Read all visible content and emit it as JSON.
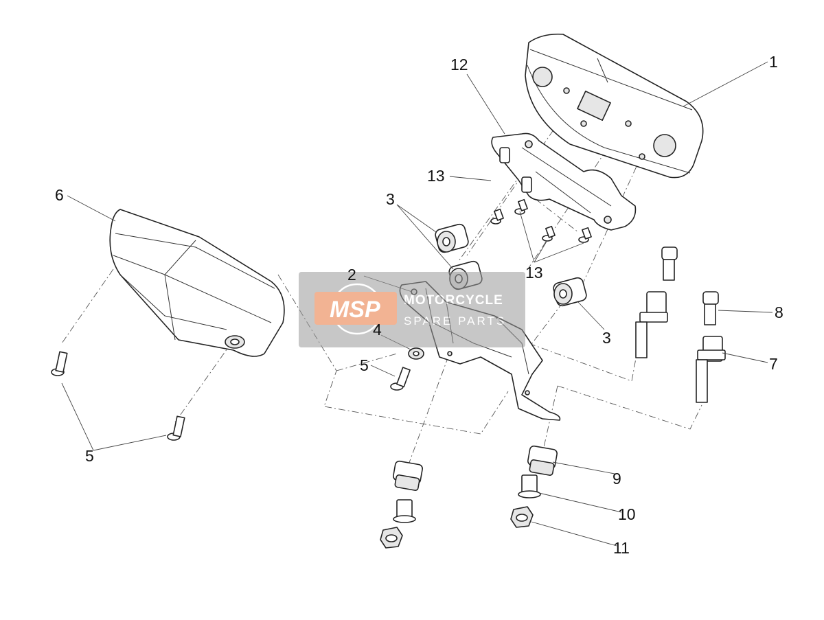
{
  "callouts": [
    {
      "id": "1",
      "label": "1"
    },
    {
      "id": "2",
      "label": "2"
    },
    {
      "id": "3a",
      "label": "3"
    },
    {
      "id": "3b",
      "label": "3"
    },
    {
      "id": "4",
      "label": "4"
    },
    {
      "id": "5a",
      "label": "5"
    },
    {
      "id": "5b",
      "label": "5"
    },
    {
      "id": "6",
      "label": "6"
    },
    {
      "id": "7",
      "label": "7"
    },
    {
      "id": "8",
      "label": "8"
    },
    {
      "id": "9",
      "label": "9"
    },
    {
      "id": "10",
      "label": "10"
    },
    {
      "id": "11",
      "label": "11"
    },
    {
      "id": "12",
      "label": "12"
    },
    {
      "id": "13a",
      "label": "13"
    },
    {
      "id": "13b",
      "label": "13"
    }
  ],
  "watermark": {
    "logo": "MSP",
    "line1": "MOTORCYCLE",
    "line2": "SPARE PARTS"
  },
  "colors": {
    "watermark_bg": "#9a9a9a",
    "watermark_logo": "#e8763c"
  }
}
